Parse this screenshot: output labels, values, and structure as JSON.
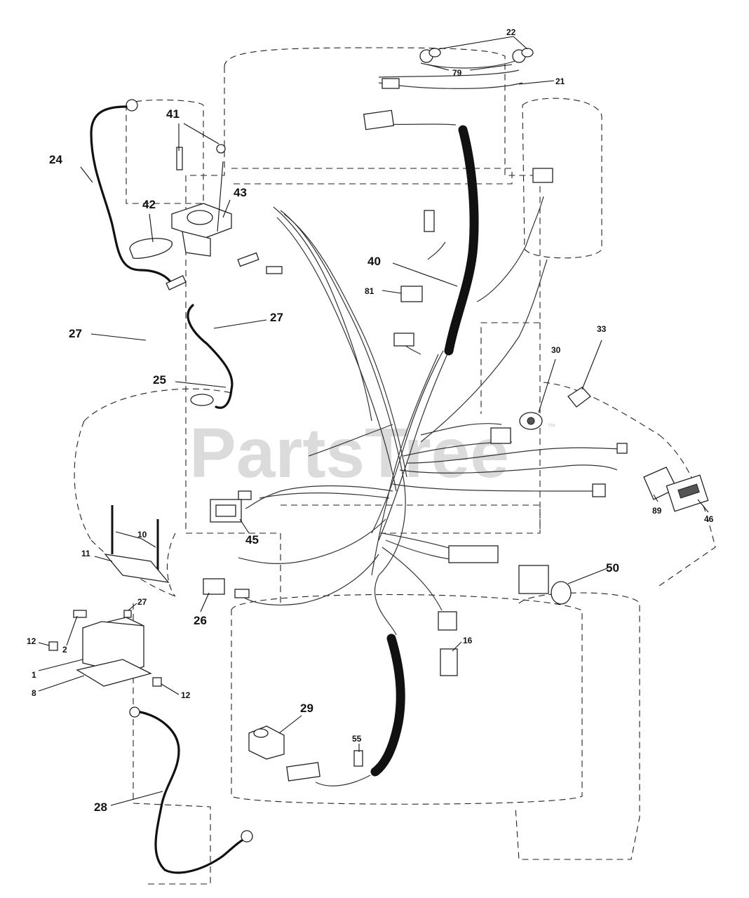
{
  "watermark": {
    "text": "PartsTree",
    "tm": "™"
  },
  "callouts": {
    "c22": "22",
    "c79": "79",
    "c21": "21",
    "c41": "41",
    "c24": "24",
    "c42": "42",
    "c43": "43",
    "c40": "40",
    "c81": "81",
    "c27a": "27",
    "c27b": "27",
    "c33": "33",
    "c30": "30",
    "c25": "25",
    "c10": "10",
    "c11": "11",
    "c45": "45",
    "c89": "89",
    "c46": "46",
    "c50": "50",
    "c27c": "27",
    "c26": "26",
    "c12a": "12",
    "c2": "2",
    "c1": "1",
    "c16": "16",
    "c8": "8",
    "c12b": "12",
    "c29": "29",
    "c55": "55",
    "c28": "28"
  }
}
